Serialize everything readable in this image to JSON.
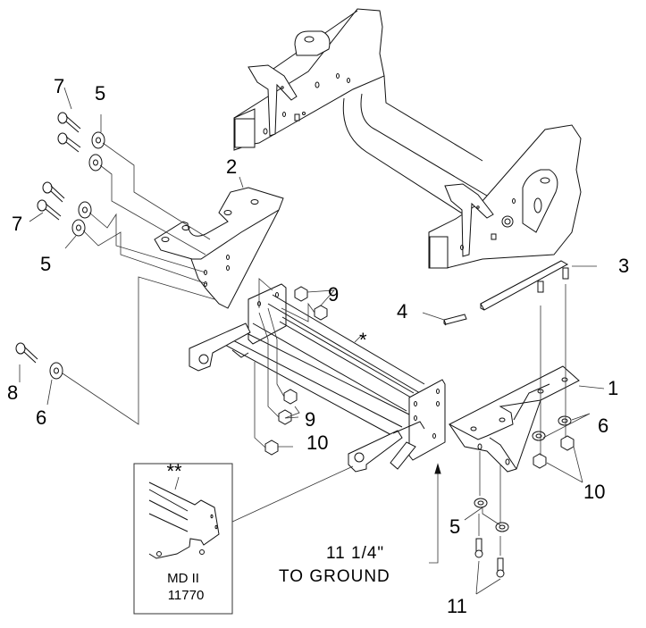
{
  "title": "Plow mount exploded parts diagram",
  "callouts": {
    "c1": "1",
    "c2": "2",
    "c3": "3",
    "c4": "4",
    "c5a": "5",
    "c5b": "5",
    "c5c": "5",
    "c6a": "6",
    "c6b": "6",
    "c7a": "7",
    "c7b": "7",
    "c8": "8",
    "c9a": "9",
    "c9b": "9",
    "c10a": "10",
    "c10b": "10",
    "c11": "11",
    "star": "*",
    "dstar": "**"
  },
  "dimension": {
    "value": "11 1/4\"",
    "label": "TO GROUND"
  },
  "inset": {
    "model": "MD II",
    "part_number": "11770"
  },
  "colors": {
    "line": "#111111",
    "background": "#ffffff"
  }
}
